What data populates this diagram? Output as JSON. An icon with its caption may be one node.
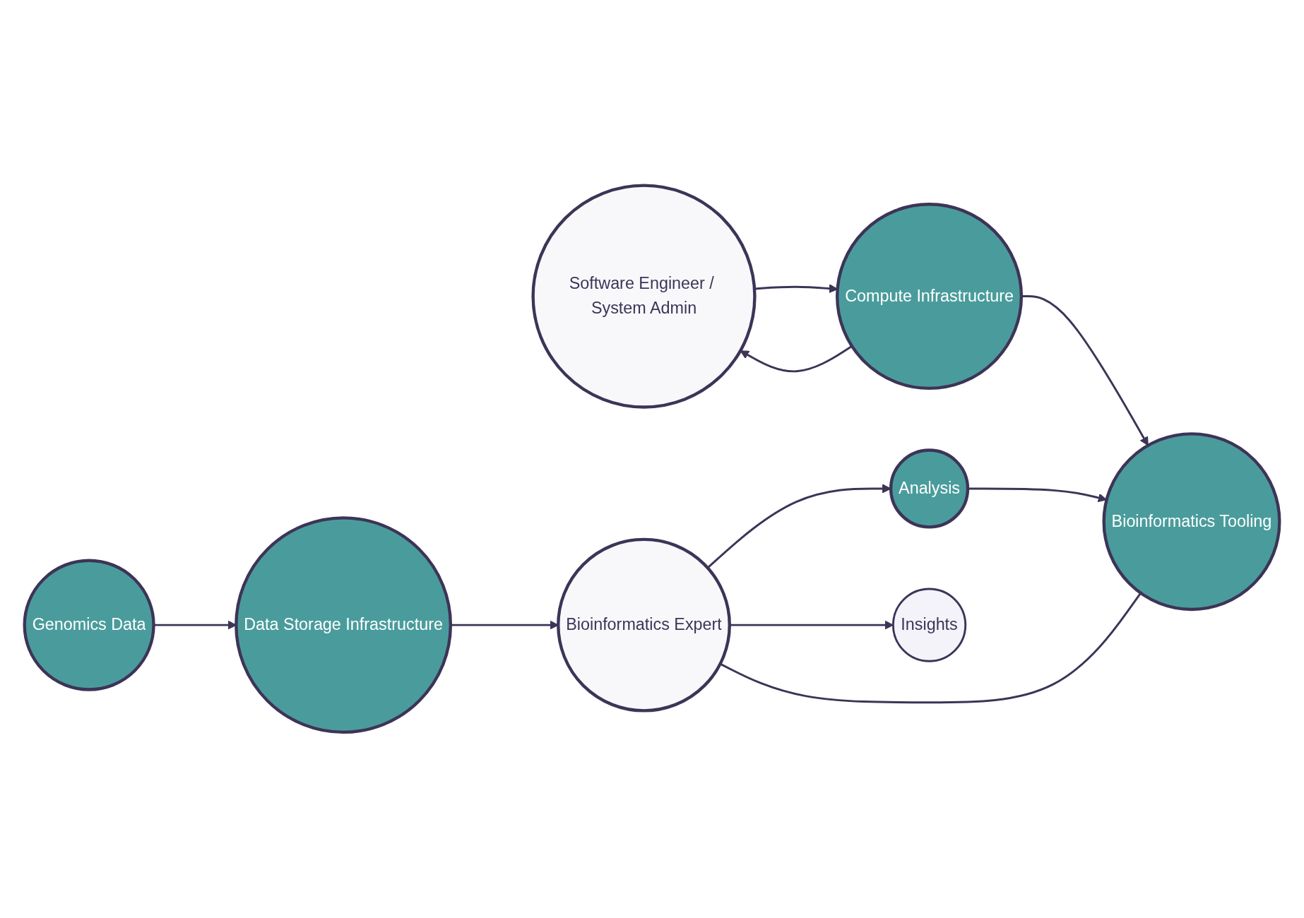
{
  "diagram": {
    "nodes": [
      {
        "text": [
          "Genomics Data"
        ]
      },
      {
        "text": [
          "Software Engineer / System Admin"
        ]
      },
      {
        "text": [
          "Data Storage Infrastructure"
        ]
      },
      {
        "text": [
          "Compute Infrastructure"
        ]
      },
      {
        "text": [
          "Analysis"
        ]
      },
      {
        "text": [
          "Bioinformatics Tooling"
        ]
      },
      {
        "text": [
          "Bioinformatics Expert"
        ]
      },
      {
        "text": [
          "Insights"
        ]
      }
    ],
    "edges": [
      {
        "from": 0,
        "to": 2,
        "arrow": "to"
      },
      {
        "from": 1,
        "to": 3,
        "arrow": "to"
      },
      {
        "from": 3,
        "to": 1,
        "arrow": "to"
      },
      {
        "from": 2,
        "to": 6,
        "arrow": "to"
      },
      {
        "from": 3,
        "to": 5,
        "arrow": "to"
      },
      {
        "from": 4,
        "to": 5,
        "arrow": "to"
      },
      {
        "from": 6,
        "to": 4,
        "arrow": "to"
      },
      {
        "from": 5,
        "to": 6,
        "arrow": "none"
      },
      {
        "from": 6,
        "to": 7,
        "arrow": "to"
      }
    ]
  }
}
